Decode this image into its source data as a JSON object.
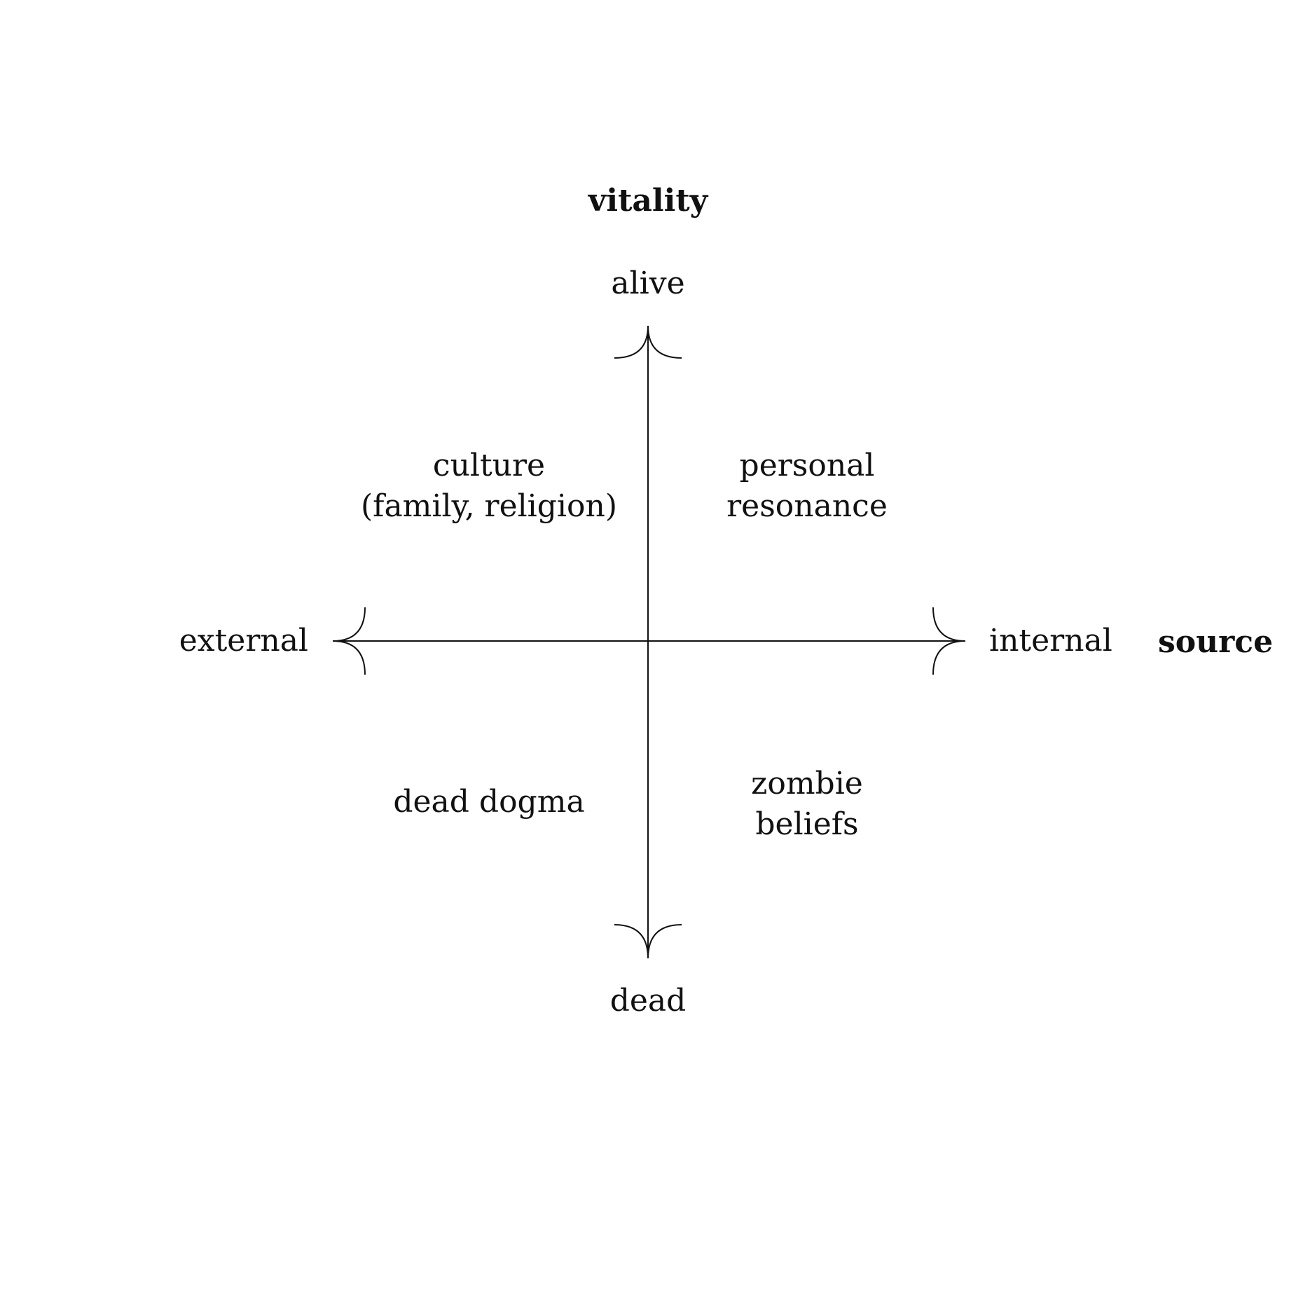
{
  "axes": {
    "vertical": {
      "title": "vitality",
      "top_label": "alive",
      "bottom_label": "dead"
    },
    "horizontal": {
      "title": "source",
      "left_label": "external",
      "right_label": "internal"
    }
  },
  "quadrants": {
    "top_left": [
      "culture",
      "(family, religion)"
    ],
    "top_right": [
      "personal",
      "resonance"
    ],
    "bottom_left": [
      "dead dogma"
    ],
    "bottom_right": [
      "zombie",
      "beliefs"
    ]
  },
  "colors": {
    "ink": "#111111",
    "background": "#ffffff"
  }
}
